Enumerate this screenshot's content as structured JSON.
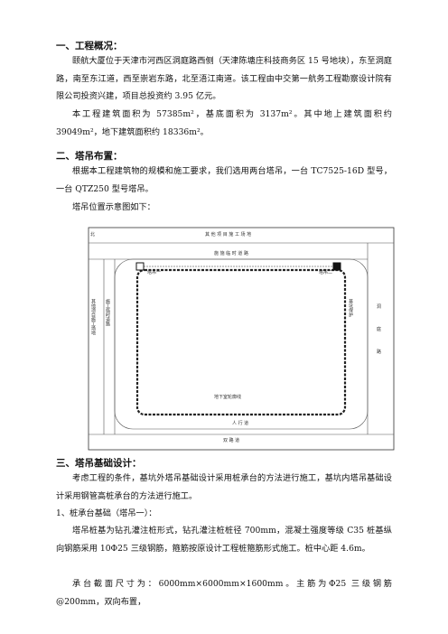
{
  "section1": {
    "heading": "一、工程概况：",
    "para1": "颐航大厦位于天津市河西区洞庭路西侧（天津陈塘庄科技商务区 15 号地块），东至洞庭路，南至东江道，西至崇岩东路，北至浯江南道。该工程由中交第一航务工程勘察设计院有限公司投资兴建，项目总投资约 3.95 亿元。",
    "para2": "本工程建筑面积为 57385m²，基底面积为 3137m²。其中地上建筑面积约 39049m²，地下建筑面积约 18336m²。"
  },
  "section2": {
    "heading": "二、塔吊布置：",
    "para1": "根据本工程建筑物的规模和施工要求，我们选用两台塔吊，一台 TC7525-16D 型号，一台 QTZ250 型号塔吊。",
    "para2": "塔吊位置示意图如下："
  },
  "diagram": {
    "north": "北",
    "top_label": "其 他 项 目 施 工 场 地",
    "inner_top_label": "施 施 临 时 道 路",
    "left_outer_label": "其他项目施工场地",
    "left_inner_label": "施工临时道路",
    "right_inner_label": "基坑保护",
    "right_outer_label_1": "洞",
    "right_outer_label_2": "庭",
    "right_outer_label_3": "路",
    "crane1": "塔吊一",
    "crane2": "塔吊二",
    "bottom_inner_label": "地下室轮廓线",
    "bottom_label": "人 行 道",
    "road_label": "双 路 道"
  },
  "section3": {
    "heading": "三、塔吊基础设计：",
    "para1": "考虑工程的条件，基坑外塔吊基础设计采用桩承台的方法进行施工，基坑内塔吊基础设计采用钢管高桩承台的方法进行施工。",
    "item1": "1、桩承台基础（塔吊一）：",
    "para2": "塔吊桩基为钻孔灌注桩形式，钻孔灌注桩桩径 700mm，混凝土强度等级 C35 桩基纵向钢筋采用 10Φ25 三级钢筋，箍筋按原设计工程桩箍筋形式施工。桩中心距 4.6m。",
    "para3": "承台截面尺寸为：6000mm×6000mm×1600mm。主筋为Φ25 三级钢筋@200mm，双向布置，"
  }
}
